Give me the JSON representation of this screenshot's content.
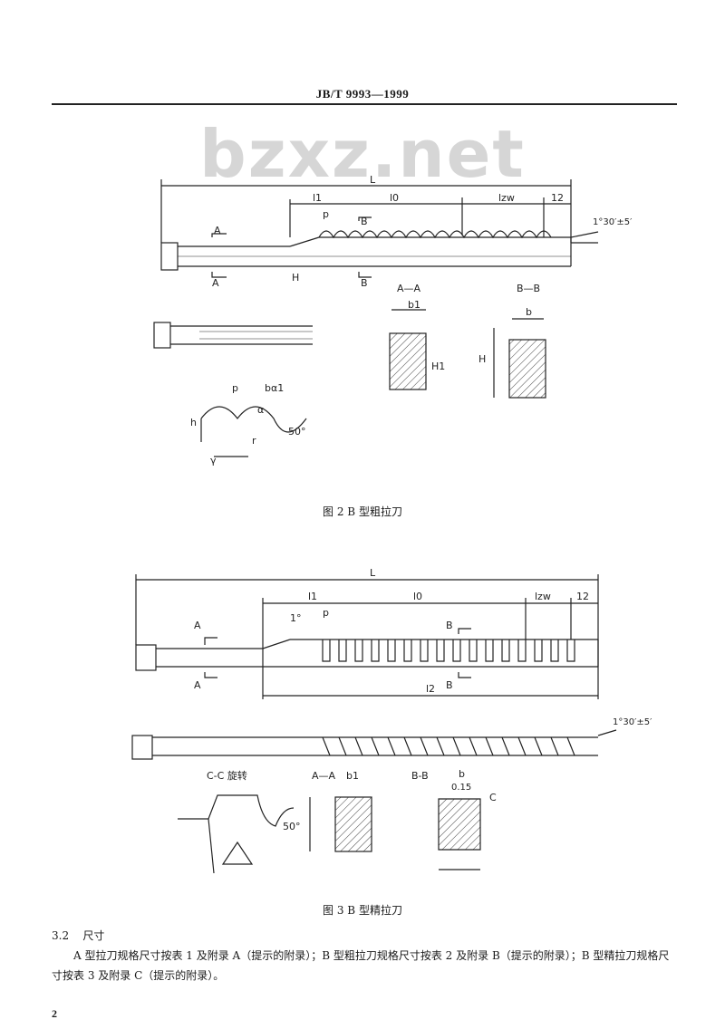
{
  "header": {
    "standard_no": "JB/T 9993—1999"
  },
  "watermark": "bzxz.net",
  "figure2": {
    "caption": "图 2 B 型粗拉刀",
    "dims": {
      "L": "L",
      "l1": "l1",
      "l0": "l0",
      "lzw": "lzw",
      "tail": "12",
      "angle": "1°30′±5′",
      "p": "p",
      "h": "h",
      "b": "b",
      "b1": "b1",
      "H": "H",
      "H1": "H1",
      "bu1": "bα1",
      "angle50": "50°",
      "r": "r",
      "alpha": "α",
      "gamma": "γ"
    },
    "sections": {
      "aa": "A—A",
      "bb": "B—B",
      "cut_a": "A",
      "cut_b": "B"
    }
  },
  "figure3": {
    "caption": "图 3 B 型精拉刀",
    "dims": {
      "L": "L",
      "l1": "l1",
      "l0": "l0",
      "lzw": "lzw",
      "l2": "l2",
      "tail": "12",
      "angle": "1°30′±5′",
      "angle1": "1°",
      "p": "p",
      "b": "b",
      "b1": "b1",
      "tol": "0.15",
      "angle50": "50°"
    },
    "sections": {
      "cc": "C-C 旋转",
      "aa": "A—A",
      "bb": "B-B",
      "cut_a": "A",
      "cut_b": "B",
      "cut_c": "C"
    }
  },
  "section": {
    "number": "3.2",
    "title": "尺寸"
  },
  "paragraph": "A 型拉刀规格尺寸按表 1 及附录 A（提示的附录）；B 型粗拉刀规格尺寸按表 2 及附录 B（提示的附录）；B 型精拉刀规格尺寸按表 3 及附录 C（提示的附录）。",
  "page_number": "2"
}
